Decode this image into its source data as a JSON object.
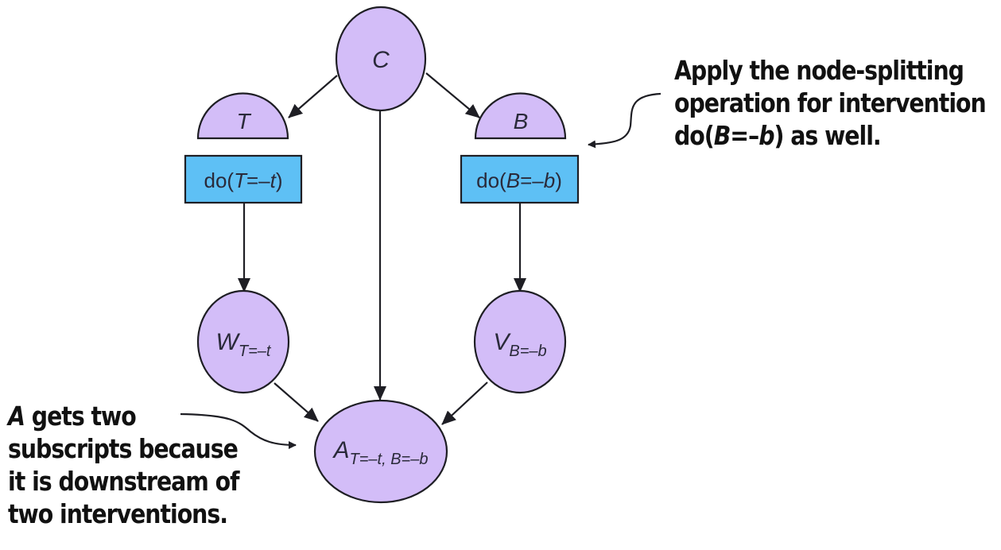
{
  "diagram": {
    "nodes": {
      "C": {
        "label": "C"
      },
      "T": {
        "label": "T"
      },
      "B": {
        "label": "B"
      },
      "do_T": {
        "prefix": "do(",
        "var": "T",
        "eq": "=–",
        "val": "t",
        "suffix": ")"
      },
      "do_B": {
        "prefix": "do(",
        "var": "B",
        "eq": "=–",
        "val": "b",
        "suffix": ")"
      },
      "W": {
        "label": "W",
        "subscript": "T=–t"
      },
      "V": {
        "label": "V",
        "subscript": "B=–b"
      },
      "A": {
        "label": "A",
        "subscript": "T=–t, B=–b"
      }
    },
    "edges": [
      {
        "from": "C",
        "to": "T"
      },
      {
        "from": "C",
        "to": "B"
      },
      {
        "from": "C",
        "to": "A"
      },
      {
        "from": "do(T=–t)",
        "to": "W"
      },
      {
        "from": "do(B=–b)",
        "to": "V"
      },
      {
        "from": "W",
        "to": "A"
      },
      {
        "from": "V",
        "to": "A"
      }
    ],
    "colors": {
      "node_fill": "#d3bdf8",
      "intervention_fill": "#5ec0f5",
      "stroke": "#1e1e24"
    }
  },
  "annotations": {
    "right": {
      "lines": [
        "Apply the node-splitting",
        "operation for intervention"
      ],
      "last_line_prefix": "do(",
      "last_line_var": "B",
      "last_line_eq": "=–",
      "last_line_val": "b",
      "last_line_suffix": ") as well."
    },
    "left": {
      "first_line_var": "A",
      "first_line_rest": " gets two",
      "lines": [
        "subscripts because",
        "it is downstream of",
        "two interventions."
      ]
    }
  }
}
